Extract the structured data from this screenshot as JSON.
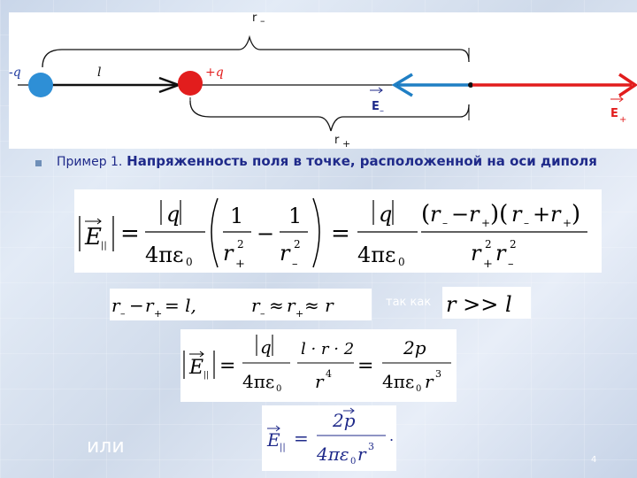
{
  "diagram": {
    "label_r_minus": "r",
    "label_r_plus": "r",
    "label_minus_q": "-q",
    "label_l": "l",
    "label_plus_q": "+q",
    "label_E_minus": "E",
    "label_E_plus": "E",
    "colors": {
      "negative_charge": "#2e8fd6",
      "positive_charge": "#e21d1d",
      "field_minus_arrow": "#1f7fc4",
      "field_plus_arrow": "#e21d1d",
      "E_label": "#1f2a8a"
    }
  },
  "example": {
    "lead": "Пример 1.",
    "title": "Напряженность поля в точке, расположенной на оси диполя"
  },
  "since_text": "так как",
  "or_text": "или",
  "slide_number": "4",
  "formulas": {
    "f1_lhs": "E",
    "f1_sub": "||",
    "f1_q": "q",
    "f1_denom": "4πε",
    "f1_zero": "0",
    "one": "1",
    "r": "r",
    "two": "2",
    "f3_l": "r",
    "f3_rhs1": "= l,",
    "f3_approx": "≈ r",
    "f3_rr": "r >> l",
    "f4_num": "l · r · 2",
    "f4_r4": "r",
    "four": "4",
    "f4_2p": "2p",
    "f4_r3": "r",
    "three": "3",
    "f5_2p": "2p",
    "f5_den": "4πε",
    "f5_r3": "r",
    "f5_dot": "."
  }
}
